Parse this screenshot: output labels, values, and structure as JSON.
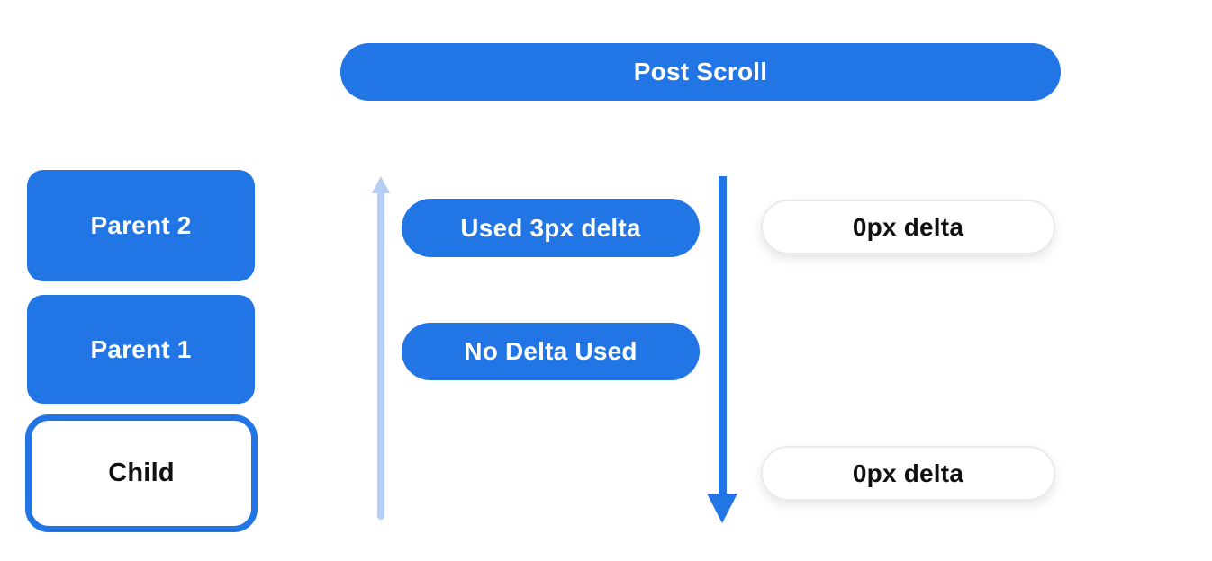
{
  "header": {
    "label": "Post Scroll"
  },
  "stack": {
    "items": [
      {
        "label": "Parent 2",
        "variant": "filled"
      },
      {
        "label": "Parent 1",
        "variant": "filled"
      },
      {
        "label": "Child",
        "variant": "outlined"
      }
    ]
  },
  "arrows": [
    {
      "name": "up-arrow",
      "direction": "up",
      "color": "#B6CDF4"
    },
    {
      "name": "down-arrow",
      "direction": "down",
      "color": "#2275E4"
    }
  ],
  "middle_pills": [
    {
      "label": "Used 3px delta"
    },
    {
      "label": "No Delta Used"
    }
  ],
  "right_pills": [
    {
      "label": "0px delta"
    },
    {
      "label": "0px delta"
    }
  ],
  "colors": {
    "primary_blue": "#2275E4",
    "light_blue": "#B6CDF4",
    "background": "#FFFFFF",
    "text_dark": "#111111",
    "white_pill_border": "#EAEAEA"
  }
}
